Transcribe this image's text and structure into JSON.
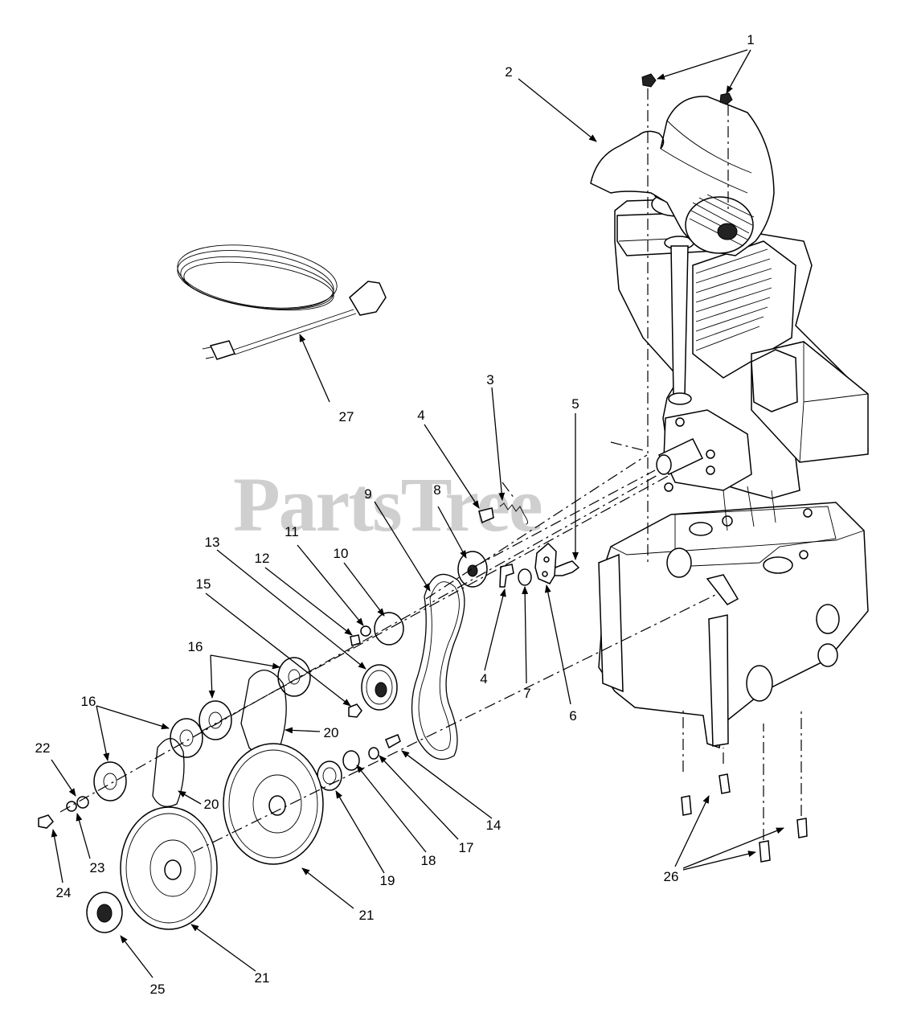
{
  "watermark": "PartsTree",
  "callouts": [
    {
      "key": "c1",
      "label": "1"
    },
    {
      "key": "c2",
      "label": "2"
    },
    {
      "key": "c3",
      "label": "3"
    },
    {
      "key": "c4a",
      "label": "4"
    },
    {
      "key": "c4b",
      "label": "4"
    },
    {
      "key": "c5",
      "label": "5"
    },
    {
      "key": "c6",
      "label": "6"
    },
    {
      "key": "c7",
      "label": "7"
    },
    {
      "key": "c8",
      "label": "8"
    },
    {
      "key": "c9",
      "label": "9"
    },
    {
      "key": "c10",
      "label": "10"
    },
    {
      "key": "c11",
      "label": "11"
    },
    {
      "key": "c12",
      "label": "12"
    },
    {
      "key": "c13",
      "label": "13"
    },
    {
      "key": "c14",
      "label": "14"
    },
    {
      "key": "c15",
      "label": "15"
    },
    {
      "key": "c16a",
      "label": "16"
    },
    {
      "key": "c16b",
      "label": "16"
    },
    {
      "key": "c17",
      "label": "17"
    },
    {
      "key": "c18",
      "label": "18"
    },
    {
      "key": "c19",
      "label": "19"
    },
    {
      "key": "c20a",
      "label": "20"
    },
    {
      "key": "c20b",
      "label": "20"
    },
    {
      "key": "c21a",
      "label": "21"
    },
    {
      "key": "c21b",
      "label": "21"
    },
    {
      "key": "c22",
      "label": "22"
    },
    {
      "key": "c23",
      "label": "23"
    },
    {
      "key": "c24",
      "label": "24"
    },
    {
      "key": "c25",
      "label": "25"
    },
    {
      "key": "c26",
      "label": "26"
    },
    {
      "key": "c27",
      "label": "27"
    }
  ]
}
